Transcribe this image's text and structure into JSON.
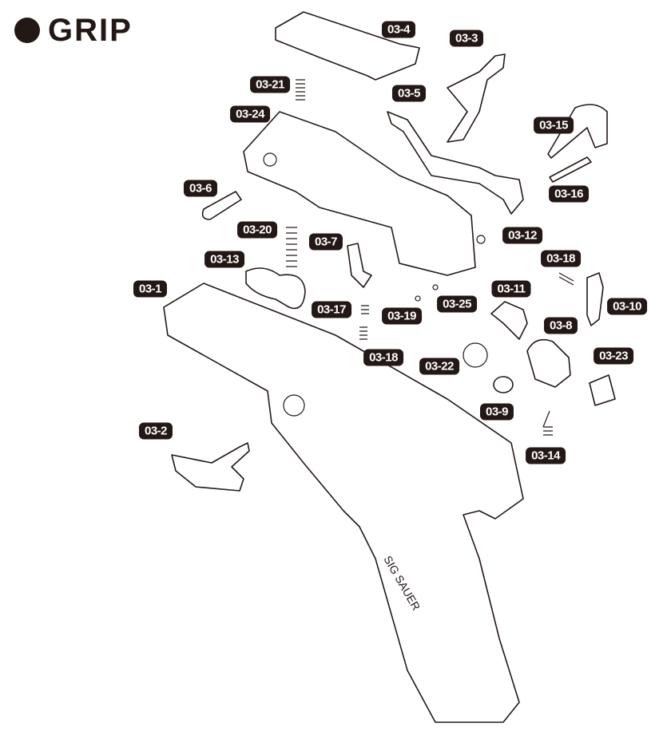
{
  "title": "GRIP",
  "title_icon": "bullet-circle",
  "colors": {
    "ink": "#231815",
    "label_text": "#ffffff"
  },
  "part_labels": [
    "03-4",
    "03-3",
    "03-21",
    "03-5",
    "03-24",
    "03-15",
    "03-6",
    "03-16",
    "03-20",
    "03-12",
    "03-7",
    "03-18",
    "03-13",
    "03-1",
    "03-11",
    "03-25",
    "03-10",
    "03-17",
    "03-19",
    "03-8",
    "03-18",
    "03-23",
    "03-22",
    "03-9",
    "03-2",
    "03-14"
  ],
  "frame_marking": "SIG SAUER"
}
